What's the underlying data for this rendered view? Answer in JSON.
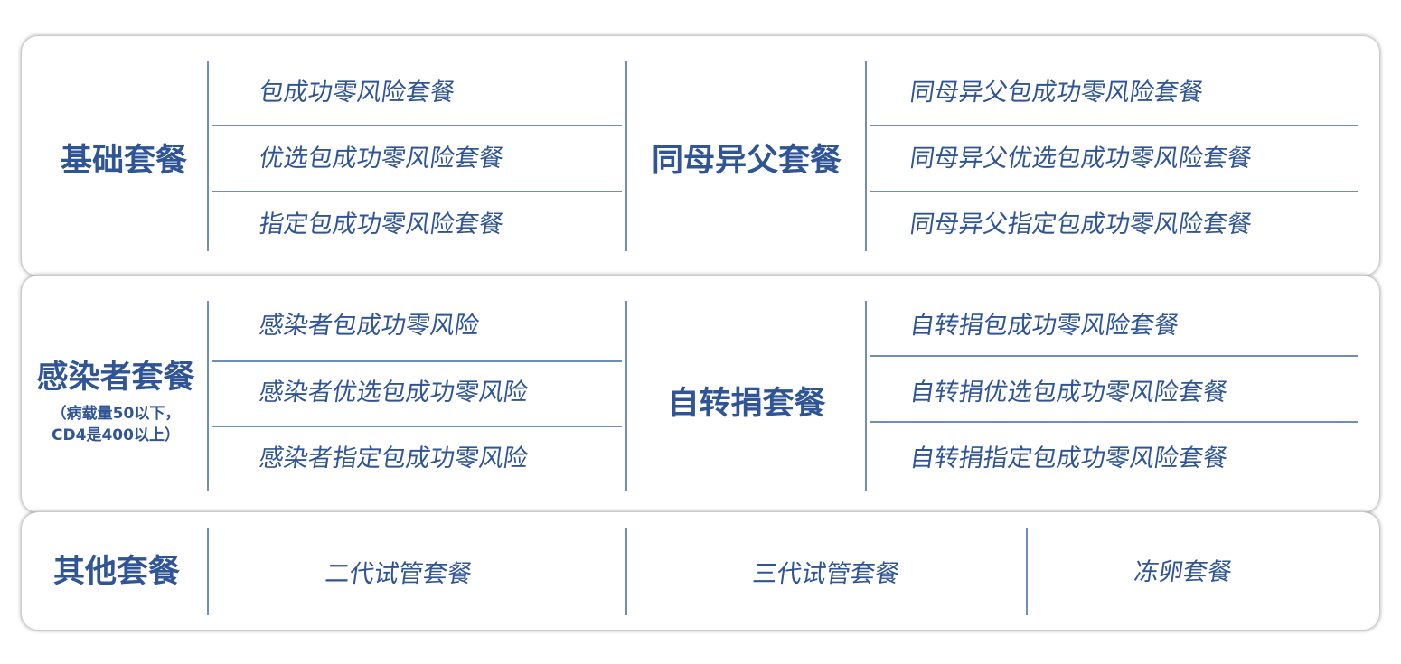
{
  "basic": {
    "title": "基础套餐",
    "items": [
      "包成功零风险套餐",
      "优选包成功零风险套餐",
      "指定包成功零风险套餐"
    ]
  },
  "half": {
    "title": "同母异父套餐",
    "items": [
      "同母异父包成功零风险套餐",
      "同母异父优选包成功零风险套餐",
      "同母异父指定包成功零风险套餐"
    ]
  },
  "infected": {
    "title": "感染者套餐",
    "note1": "（病载量50以下，",
    "note2": "CD4是400以上）",
    "items": [
      "感染者包成功零风险",
      "感染者优选包成功零风险",
      "感染者指定包成功零风险"
    ]
  },
  "self": {
    "title": "自转捐套餐",
    "items": [
      "自转捐包成功零风险套餐",
      "自转捐优选包成功零风险套餐",
      "自转捐指定包成功零风险套餐"
    ]
  },
  "other": {
    "title": "其他套餐",
    "items": [
      "二代试管套餐",
      "三代试管套餐",
      "冻卵套餐"
    ]
  },
  "colors": {
    "text": "#2f5596",
    "line": "#6f8cba"
  }
}
